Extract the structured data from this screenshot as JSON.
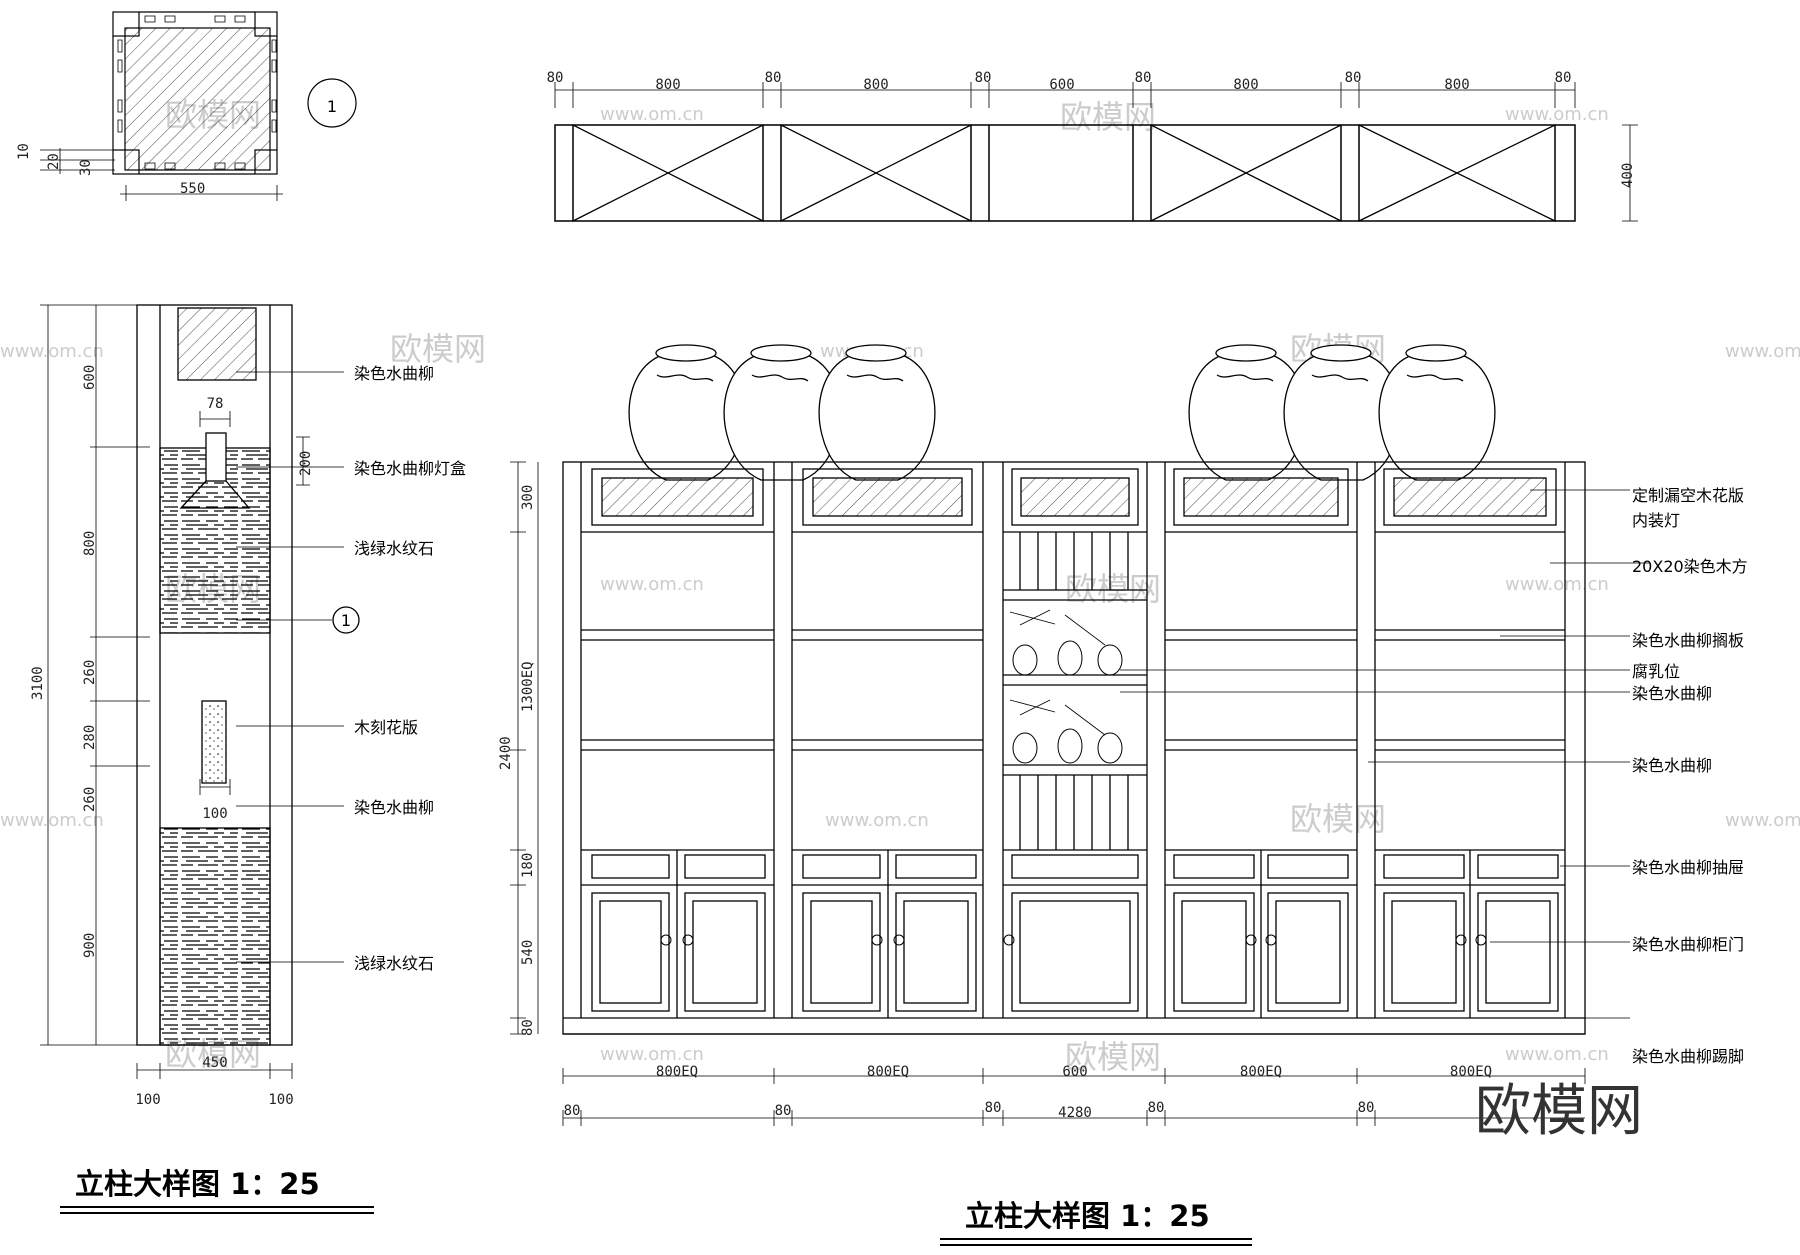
{
  "watermark": {
    "site": "www.om.cn",
    "brand": "欧模网"
  },
  "plan": {
    "callout": "1",
    "dims": [
      "10",
      "20",
      "30",
      "550"
    ]
  },
  "top": {
    "dims": [
      "80",
      "800",
      "80",
      "800",
      "80",
      "600",
      "80",
      "800",
      "80",
      "800",
      "80"
    ],
    "height": "400"
  },
  "column": {
    "dims": [
      "3100",
      "600",
      "800",
      "260",
      "280",
      "260",
      "900",
      "78",
      "200",
      "100",
      "450",
      "100",
      "100"
    ],
    "labels": [
      "染色水曲柳",
      "染色水曲柳灯盒",
      "浅绿水纹石",
      "1",
      "木刻花版",
      "染色水曲柳",
      "浅绿水纹石"
    ],
    "title": "立柱大样图 1：25"
  },
  "cabinet": {
    "left_dims": [
      "300",
      "1300EQ",
      "2400",
      "180",
      "540",
      "80"
    ],
    "bottom_dims": [
      "800EQ",
      "800EQ",
      "600",
      "800EQ",
      "800EQ"
    ],
    "offsets": [
      "80",
      "80",
      "80",
      "80",
      "80"
    ],
    "total": "4280",
    "labels": [
      "定制漏空木花版",
      "内装灯",
      "20X20染色木方",
      "染色水曲柳搁板",
      "腐乳位",
      "染色水曲柳",
      "染色水曲柳",
      "染色水曲柳抽屉",
      "染色水曲柳柜门",
      "染色水曲柳踢脚"
    ],
    "title": "立柱大样图 1：25"
  }
}
